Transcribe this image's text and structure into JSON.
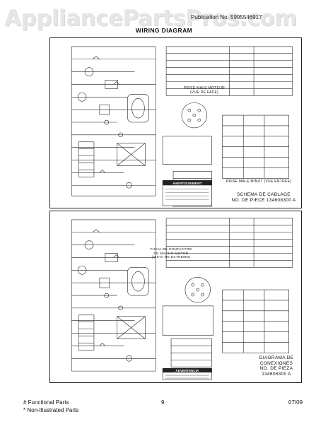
{
  "watermark": "AppliancePartsPros.com",
  "header": {
    "publication_prefix": "Publication No.",
    "publication_no": "5995546917",
    "title": "WIRING DIAGRAM"
  },
  "top_panel": {
    "plug_label_fr": "PRISE MALE MOTEUR (VUE DE FACE)",
    "schema_label": [
      "SCHEMA DE CABLAGE",
      "NO. DE PIECE 134608300 A"
    ],
    "pin_label": "PRISE MALE MINUT (VUE ENTREE)",
    "warning_title": "AVERTISSEMENT"
  },
  "bottom_panel": {
    "plug_label_es": "FICHA DE CONTACTOR DE MACHO MOTOR (VISTA DE EXTREMO)",
    "diagram_label": [
      "DIAGRAMA DE",
      "CONEXIONES",
      "NO. DE PIEZA",
      "134608300 A"
    ],
    "warning_title": "ADVERTENCIA"
  },
  "footer": {
    "functional": "# Functional Parts",
    "non_illustrated": "* Non-Illustrated Parts",
    "page": "9",
    "date": "07/09"
  }
}
